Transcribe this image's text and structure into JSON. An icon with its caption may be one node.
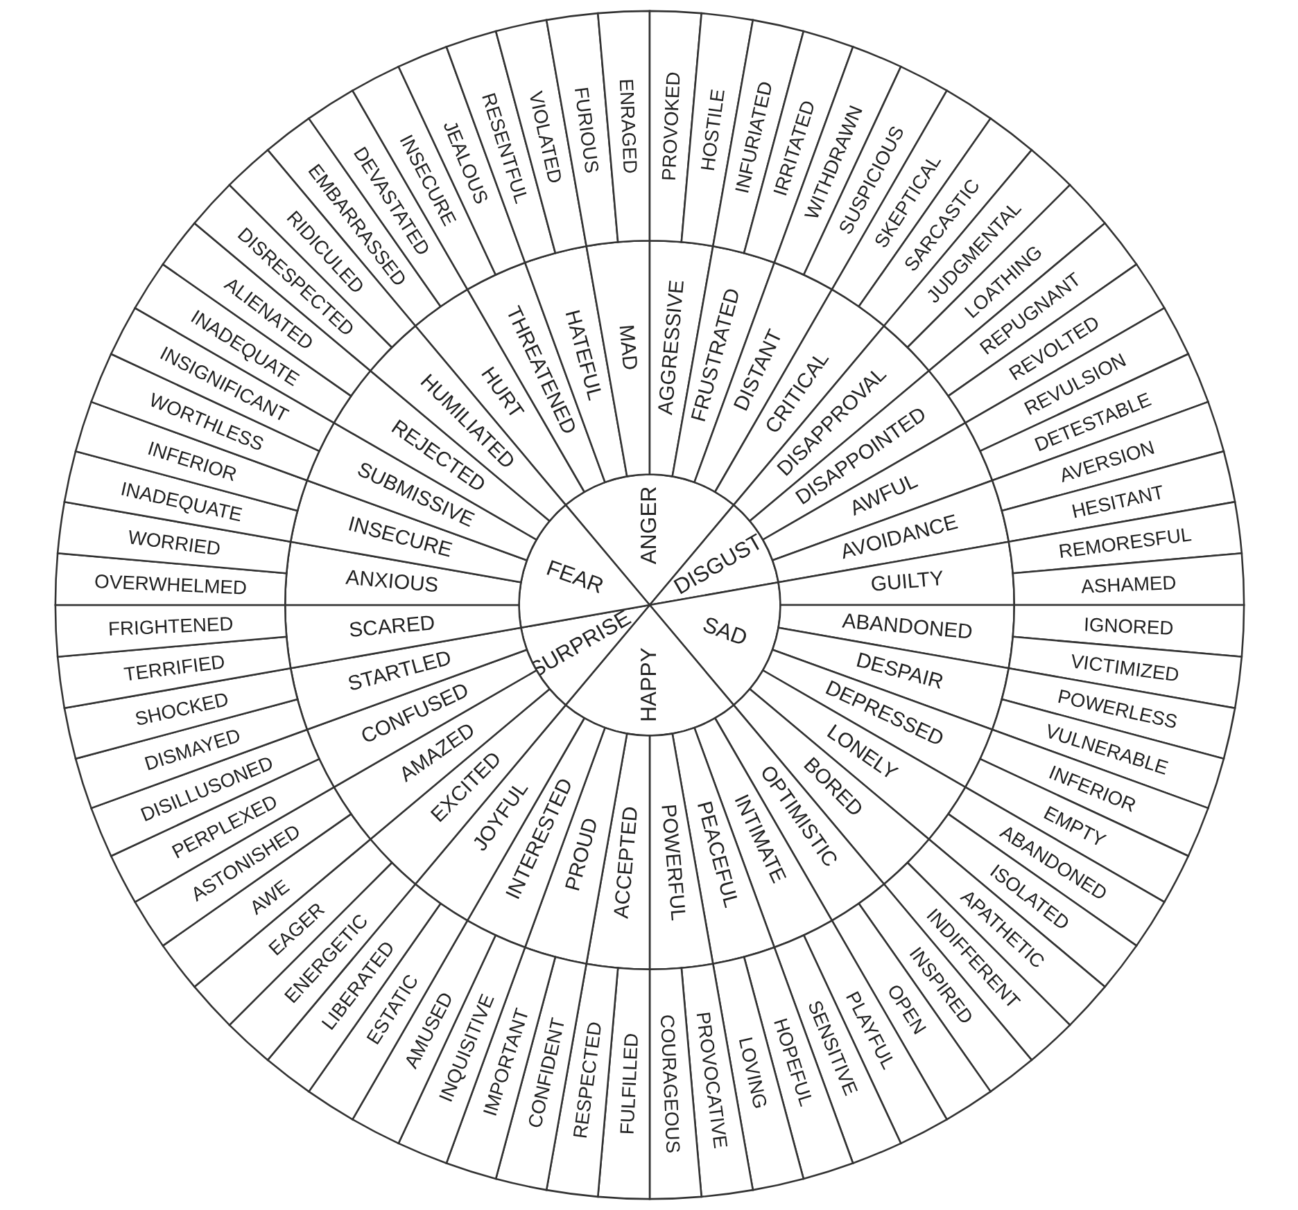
{
  "diagram": {
    "nodes": [
      {
        "text": [
          "ANGER"
        ]
      },
      {
        "text": [
          "DISGUST"
        ]
      },
      {
        "text": [
          "SAD"
        ]
      },
      {
        "text": [
          "HAPPY"
        ]
      },
      {
        "text": [
          "SURPRISE"
        ]
      },
      {
        "text": [
          "FEAR"
        ]
      },
      {
        "text": [
          "HURT"
        ]
      },
      {
        "text": [
          "THREATENED"
        ]
      },
      {
        "text": [
          "HATEFUL"
        ]
      },
      {
        "text": [
          "MAD"
        ]
      },
      {
        "text": [
          "AGGRESSIVE"
        ]
      },
      {
        "text": [
          "FRUSTRATED"
        ]
      },
      {
        "text": [
          "DISTANT"
        ]
      },
      {
        "text": [
          "CRITICAL"
        ]
      },
      {
        "text": [
          "DISAPPROVAL"
        ]
      },
      {
        "text": [
          "DISAPPOINTED"
        ]
      },
      {
        "text": [
          "AWFUL"
        ]
      },
      {
        "text": [
          "AVOIDANCE"
        ]
      },
      {
        "text": [
          "GUILTY"
        ]
      },
      {
        "text": [
          "ABANDONED"
        ]
      },
      {
        "text": [
          "DESPAIR"
        ]
      },
      {
        "text": [
          "DEPRESSED"
        ]
      },
      {
        "text": [
          "LONELY"
        ]
      },
      {
        "text": [
          "BORED"
        ]
      },
      {
        "text": [
          "OPTIMISTIC"
        ]
      },
      {
        "text": [
          "INTIMATE"
        ]
      },
      {
        "text": [
          "PEACEFUL"
        ]
      },
      {
        "text": [
          "POWERFUL"
        ]
      },
      {
        "text": [
          "ACCEPTED"
        ]
      },
      {
        "text": [
          "PROUD"
        ]
      },
      {
        "text": [
          "INTERESTED"
        ]
      },
      {
        "text": [
          "JOYFUL"
        ]
      },
      {
        "text": [
          "EXCITED"
        ]
      },
      {
        "text": [
          "AMAZED"
        ]
      },
      {
        "text": [
          "CONFUSED"
        ]
      },
      {
        "text": [
          "STARTLED"
        ]
      },
      {
        "text": [
          "SCARED"
        ]
      },
      {
        "text": [
          "ANXIOUS"
        ]
      },
      {
        "text": [
          "INSECURE"
        ]
      },
      {
        "text": [
          "SUBMISSIVE"
        ]
      },
      {
        "text": [
          "REJECTED"
        ]
      },
      {
        "text": [
          "HUMILIATED"
        ]
      },
      {
        "text": [
          "EMBARRASSED"
        ]
      },
      {
        "text": [
          "DEVASTATED"
        ]
      },
      {
        "text": [
          "INSECURE"
        ]
      },
      {
        "text": [
          "JEALOUS"
        ]
      },
      {
        "text": [
          "RESENTFUL"
        ]
      },
      {
        "text": [
          "VIOLATED"
        ]
      },
      {
        "text": [
          "FURIOUS"
        ]
      },
      {
        "text": [
          "ENRAGED"
        ]
      },
      {
        "text": [
          "PROVOKED"
        ]
      },
      {
        "text": [
          "HOSTILE"
        ]
      },
      {
        "text": [
          "INFURIATED"
        ]
      },
      {
        "text": [
          "IRRITATED"
        ]
      },
      {
        "text": [
          "WITHDRAWN"
        ]
      },
      {
        "text": [
          "SUSPICIOUS"
        ]
      },
      {
        "text": [
          "SKEPTICAL"
        ]
      },
      {
        "text": [
          "SARCASTIC"
        ]
      },
      {
        "text": [
          "JUDGMENTAL"
        ]
      },
      {
        "text": [
          "LOATHING"
        ]
      },
      {
        "text": [
          "REPUGNANT"
        ]
      },
      {
        "text": [
          "REVOLTED"
        ]
      },
      {
        "text": [
          "REVULSION"
        ]
      },
      {
        "text": [
          "DETESTABLE"
        ]
      },
      {
        "text": [
          "AVERSION"
        ]
      },
      {
        "text": [
          "HESITANT"
        ]
      },
      {
        "text": [
          "REMORESFUL"
        ]
      },
      {
        "text": [
          "ASHAMED"
        ]
      },
      {
        "text": [
          "IGNORED"
        ]
      },
      {
        "text": [
          "VICTIMIZED"
        ]
      },
      {
        "text": [
          "POWERLESS"
        ]
      },
      {
        "text": [
          "VULNERABLE"
        ]
      },
      {
        "text": [
          "INFERIOR"
        ]
      },
      {
        "text": [
          "EMPTY"
        ]
      },
      {
        "text": [
          "ABANDONED"
        ]
      },
      {
        "text": [
          "ISOLATED"
        ]
      },
      {
        "text": [
          "APATHETIC"
        ]
      },
      {
        "text": [
          "INDIFFERENT"
        ]
      },
      {
        "text": [
          "INSPIRED"
        ]
      },
      {
        "text": [
          "OPEN"
        ]
      },
      {
        "text": [
          "PLAYFUL"
        ]
      },
      {
        "text": [
          "SENSITIVE"
        ]
      },
      {
        "text": [
          "HOPEFUL"
        ]
      },
      {
        "text": [
          "LOVING"
        ]
      },
      {
        "text": [
          "PROVOCATIVE"
        ]
      },
      {
        "text": [
          "COURAGEOUS"
        ]
      },
      {
        "text": [
          "FULFILLED"
        ]
      },
      {
        "text": [
          "RESPECTED"
        ]
      },
      {
        "text": [
          "CONFIDENT"
        ]
      },
      {
        "text": [
          "IMPORTANT"
        ]
      },
      {
        "text": [
          "INQUISITIVE"
        ]
      },
      {
        "text": [
          "AMUSED"
        ]
      },
      {
        "text": [
          "ESTATIC"
        ]
      },
      {
        "text": [
          "LIBERATED"
        ]
      },
      {
        "text": [
          "ENERGETIC"
        ]
      },
      {
        "text": [
          "EAGER"
        ]
      },
      {
        "text": [
          "AWE"
        ]
      },
      {
        "text": [
          "ASTONISHED"
        ]
      },
      {
        "text": [
          "PERPLEXED"
        ]
      },
      {
        "text": [
          "DISILLUSONED"
        ]
      },
      {
        "text": [
          "DISMAYED"
        ]
      },
      {
        "text": [
          "SHOCKED"
        ]
      },
      {
        "text": [
          "TERRIFIED"
        ]
      },
      {
        "text": [
          "FRIGHTENED"
        ]
      },
      {
        "text": [
          "OVERWHELMED"
        ]
      },
      {
        "text": [
          "WORRIED"
        ]
      },
      {
        "text": [
          "INADEQUATE"
        ]
      },
      {
        "text": [
          "INFERIOR"
        ]
      },
      {
        "text": [
          "WORTHLESS"
        ]
      },
      {
        "text": [
          "INSIGNIFICANT"
        ]
      },
      {
        "text": [
          "INADEQUATE"
        ]
      },
      {
        "text": [
          "ALIENATED"
        ]
      },
      {
        "text": [
          "DISRESPECTED"
        ]
      },
      {
        "text": [
          "RIDICULED"
        ]
      }
    ]
  }
}
